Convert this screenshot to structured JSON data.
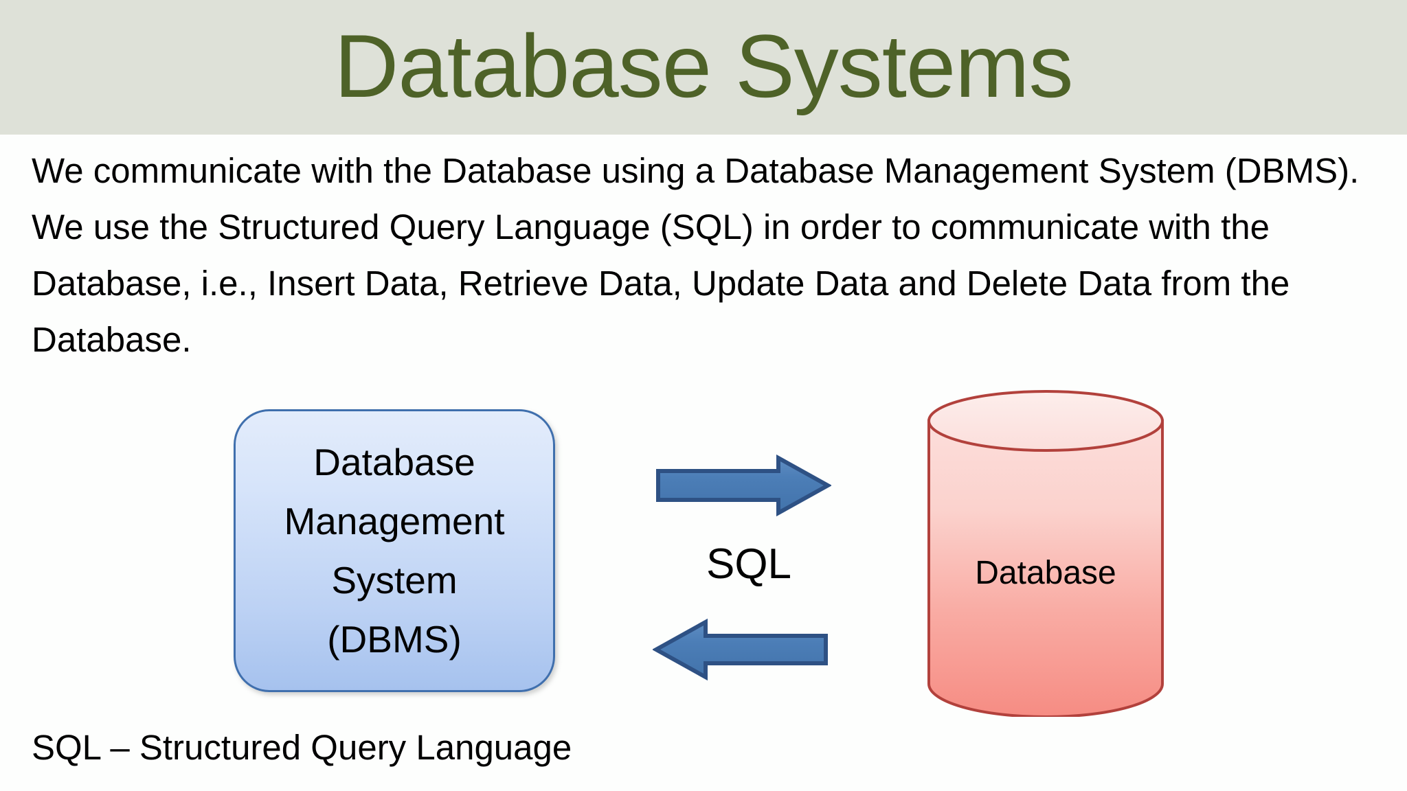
{
  "slide": {
    "title": "Database Systems",
    "title_color": "#4e6228",
    "title_band_color": "#dee1d8",
    "background_color": "#fdfefd"
  },
  "body": {
    "paragraph": "We communicate with the Database using a Database Management System (DBMS). We use the Structured Query Language (SQL) in order to communicate with the Database, i.e., Insert Data, Retrieve Data, Update Data and Delete Data from the Database."
  },
  "diagram": {
    "dbms_box": {
      "lines": [
        "Database",
        "Management",
        "System",
        "(DBMS)"
      ],
      "fill_top_color": "#e3ecfb",
      "fill_bottom_color": "#a6c2ee",
      "border_color": "#3f6fad"
    },
    "arrows": {
      "right_arrow_name": "arrow-right-dbms-to-database",
      "left_arrow_name": "arrow-left-database-to-dbms",
      "fill_color": "#4a7cb5",
      "border_color": "#2e5184"
    },
    "connector_label": "SQL",
    "database_cylinder": {
      "label": "Database",
      "top_face_color": "#fbe7e5",
      "body_top_color": "#fcd9d6",
      "body_bottom_color": "#f68c83",
      "border_color": "#b2413c"
    }
  },
  "footer": {
    "caption": "SQL – Structured Query Language"
  }
}
